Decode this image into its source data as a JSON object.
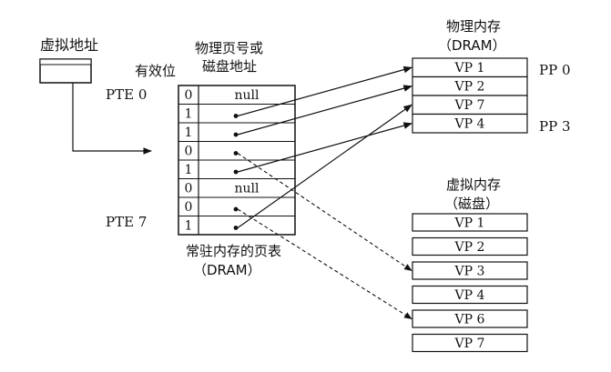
{
  "labels": {
    "virtual_address": "虚拟地址",
    "valid_bit": "有效位",
    "ppn_or_disk_line1": "物理页号或",
    "ppn_or_disk_line2": "磁盘地址",
    "pte0": "PTE 0",
    "pte7": "PTE 7",
    "page_table_line1": "常驻内存的页表",
    "page_table_line2": "（DRAM）",
    "physical_memory_line1": "物理内存",
    "physical_memory_line2": "（DRAM）",
    "virtual_memory_line1": "虚拟内存",
    "virtual_memory_line2": "（磁盘）",
    "pp0": "PP 0",
    "pp3": "PP 3"
  },
  "page_table": [
    {
      "valid": "0",
      "value": "null"
    },
    {
      "valid": "1",
      "value": ""
    },
    {
      "valid": "1",
      "value": ""
    },
    {
      "valid": "0",
      "value": ""
    },
    {
      "valid": "1",
      "value": ""
    },
    {
      "valid": "0",
      "value": "null"
    },
    {
      "valid": "0",
      "value": ""
    },
    {
      "valid": "1",
      "value": ""
    }
  ],
  "physical_memory": [
    "VP 1",
    "VP 2",
    "VP 7",
    "VP 4"
  ],
  "virtual_memory": [
    "VP 1",
    "VP 2",
    "VP 3",
    "VP 4",
    "VP 6",
    "VP 7"
  ]
}
